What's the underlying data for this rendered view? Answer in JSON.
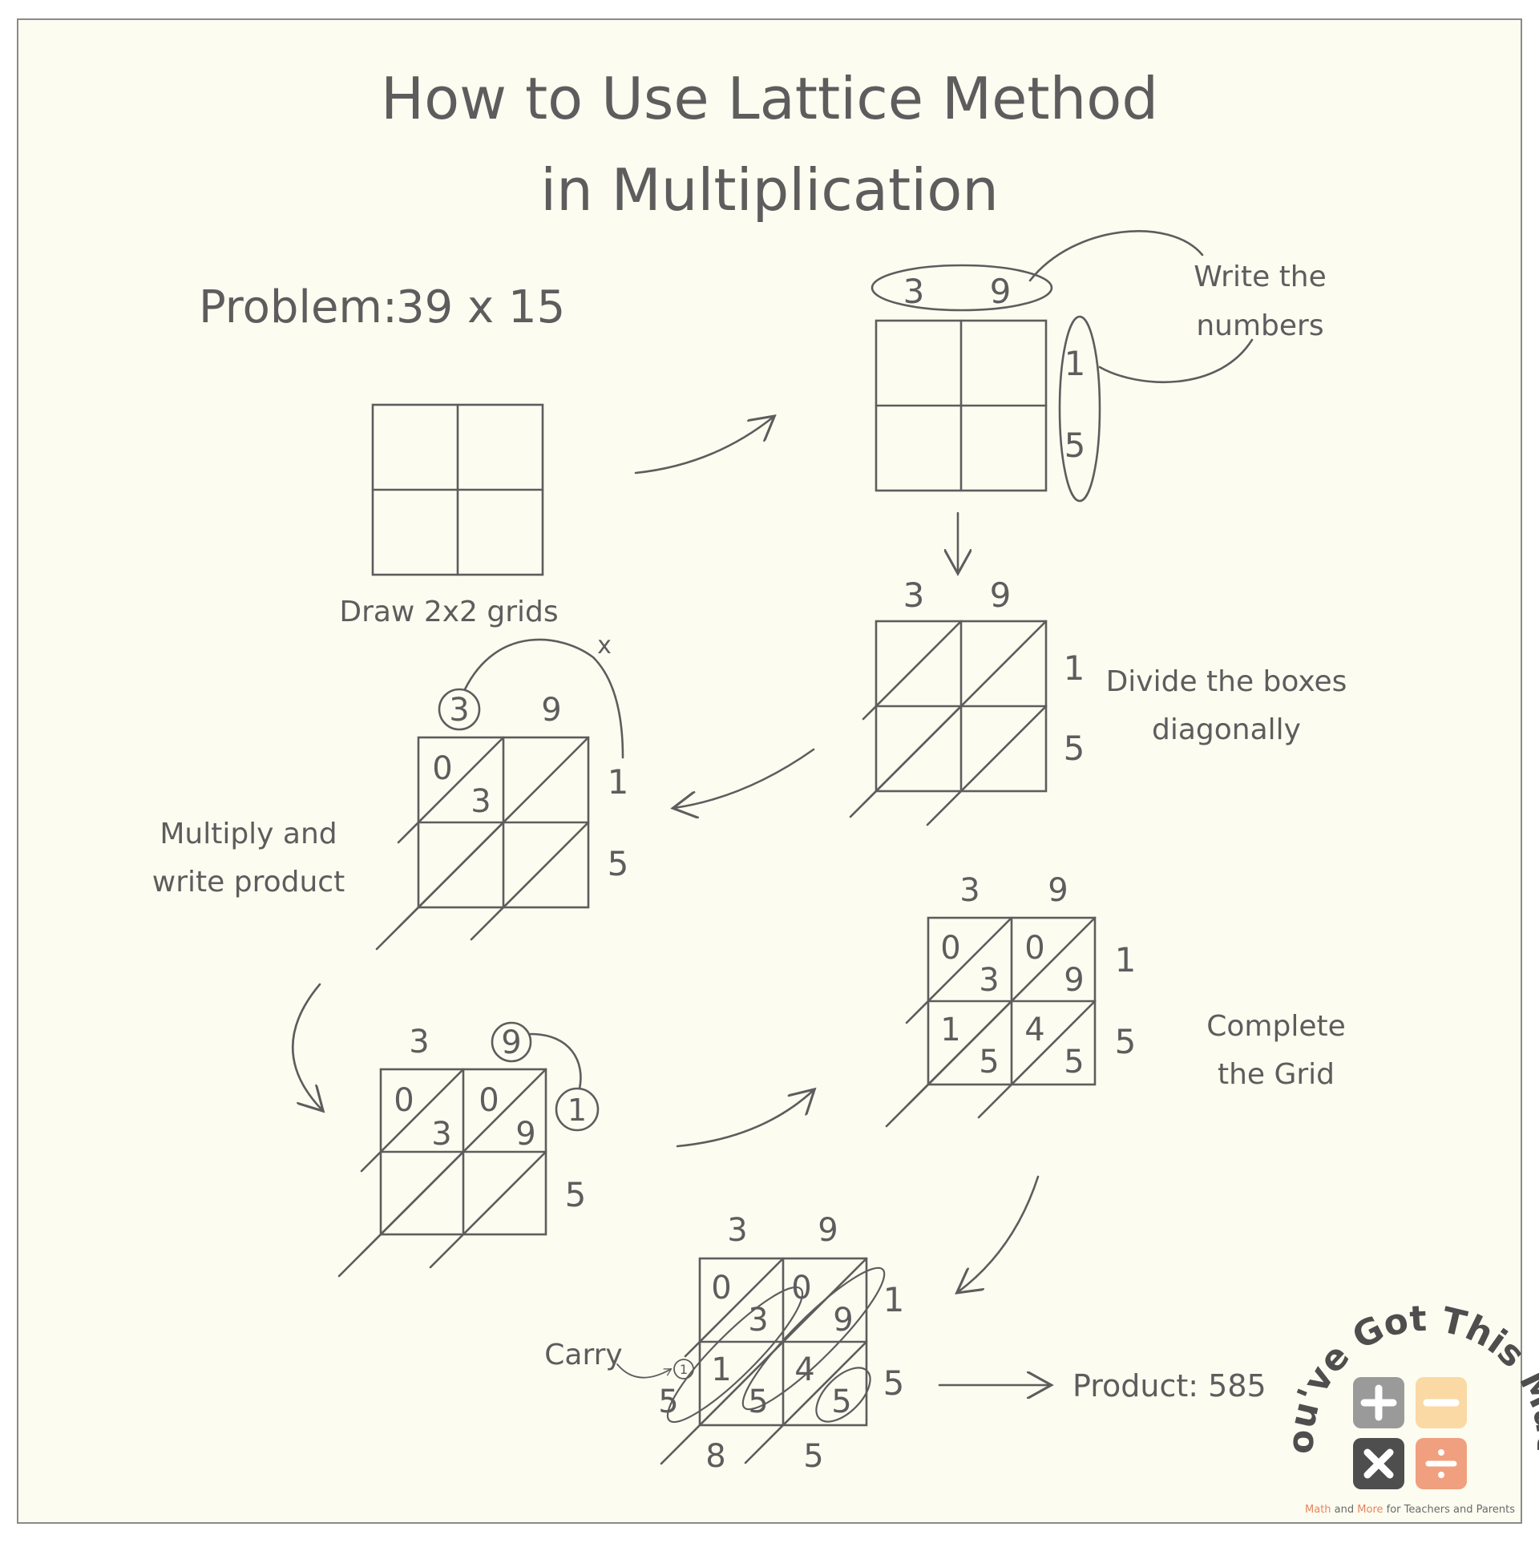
{
  "title": {
    "line1": "How to Use Lattice Method",
    "line2": "in Multiplication"
  },
  "problem": {
    "label": "Problem:",
    "expression": "39 x 15"
  },
  "colors": {
    "background": "#fdfcf1",
    "ink": "#5d5d5d",
    "frame": "#8a8a8a",
    "brand_gray": "#9a9a9a",
    "brand_peach": "#fbd9a4",
    "brand_dark": "#4e4e4e",
    "brand_salmon": "#f0a07f",
    "brand_orange": "#e8835a"
  },
  "digits": {
    "top_left": "3",
    "top_right": "9",
    "right_top": "1",
    "right_bottom": "5"
  },
  "lattice_cells": {
    "r1c1": {
      "tens": "0",
      "ones": "3"
    },
    "r1c2": {
      "tens": "0",
      "ones": "9"
    },
    "r2c1": {
      "tens": "1",
      "ones": "5"
    },
    "r2c2": {
      "tens": "4",
      "ones": "5"
    }
  },
  "steps": {
    "draw": "Draw 2x2 grids",
    "write": {
      "line1": "Write the",
      "line2": "numbers"
    },
    "divide": {
      "line1": "Divide the boxes",
      "line2": "diagonally"
    },
    "multiply": {
      "line1": "Multiply and",
      "line2": "write product"
    },
    "multiply_mark": "x",
    "complete": {
      "line1": "Complete",
      "line2": "the Grid"
    }
  },
  "final": {
    "carry_label": "Carry",
    "carry_digit": "1",
    "left_digit": "5",
    "bottom_digits": [
      "8",
      "5"
    ],
    "product": "Product: 585"
  },
  "brand": {
    "arc_text": "You've Got This Math",
    "tagline": {
      "word1": "Math",
      "word2": " and ",
      "word3": "More",
      "word4": " for Teachers and Parents"
    },
    "icons": [
      "plus-icon",
      "minus-icon",
      "times-icon",
      "divide-icon"
    ]
  }
}
